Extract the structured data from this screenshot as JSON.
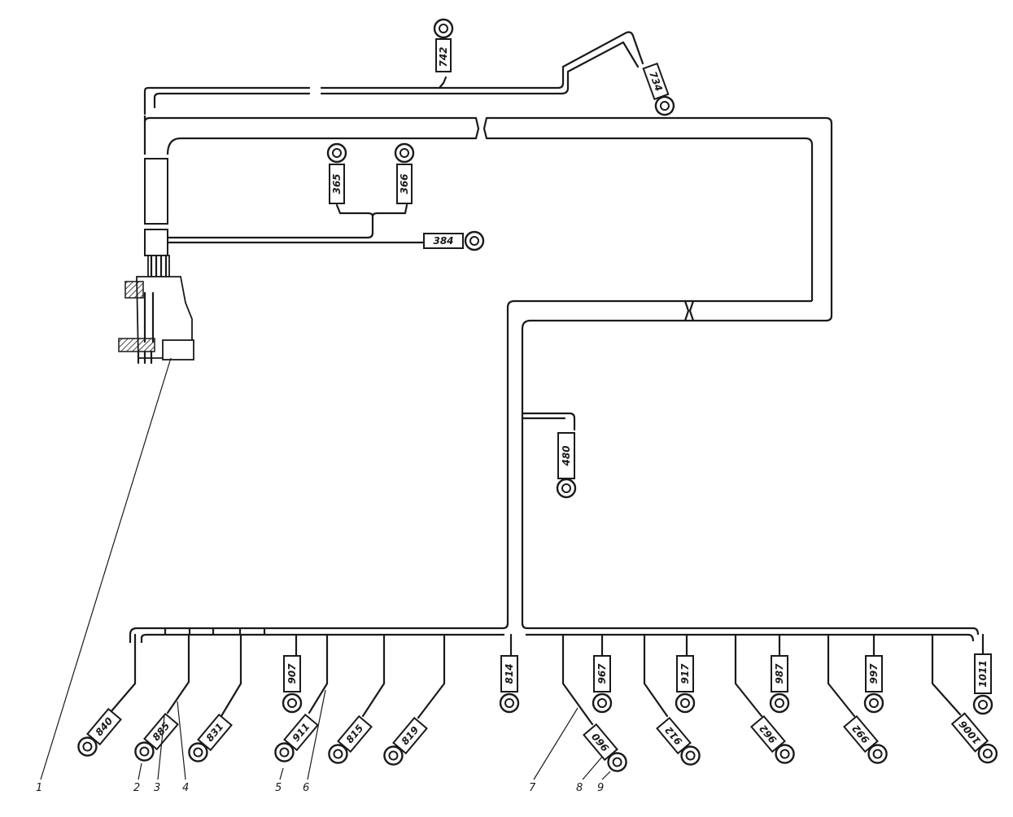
{
  "terminals": {
    "t742": "742",
    "t734": "734",
    "t365": "365",
    "t366": "366",
    "t384": "384",
    "t480": "480",
    "t840": "840",
    "t885": "885",
    "t831": "831",
    "t907": "907",
    "t911": "911",
    "t815": "815",
    "t819": "819",
    "t814": "814",
    "t960": "960",
    "t967": "967",
    "t917": "917",
    "t912": "912",
    "t987": "987",
    "t962": "962",
    "t997": "997",
    "t992": "992",
    "t1011": "1011",
    "t1006": "1006"
  },
  "callouts": [
    "1",
    "2",
    "3",
    "4",
    "5",
    "6",
    "7",
    "8",
    "9"
  ]
}
